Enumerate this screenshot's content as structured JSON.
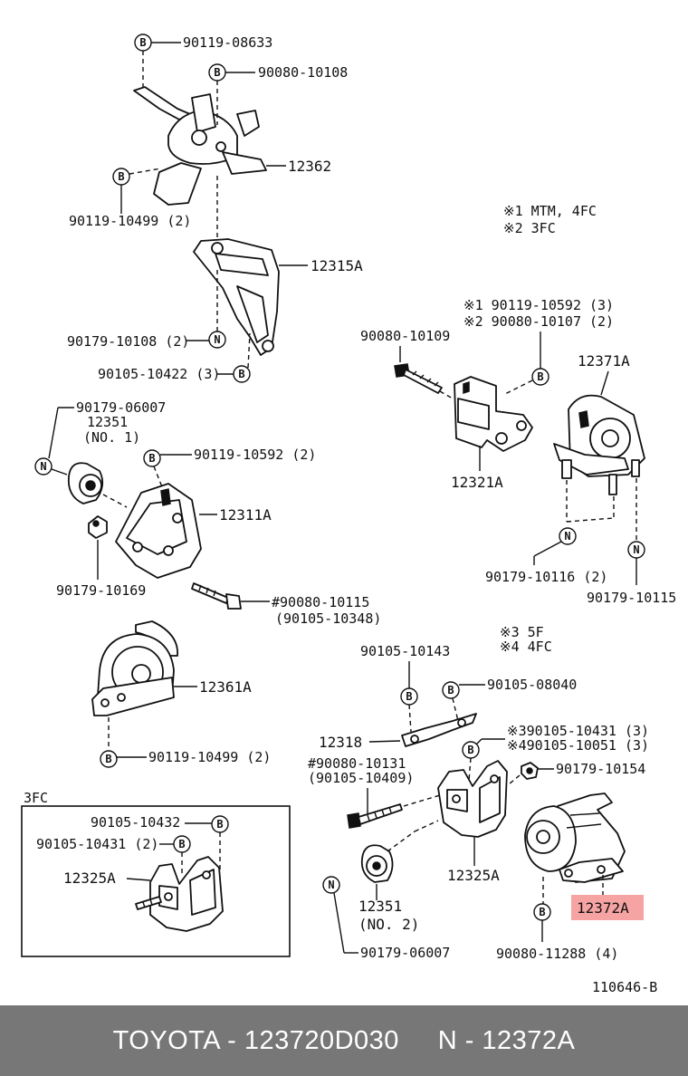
{
  "labels": {
    "p90119_08633": "90119-08633",
    "p90080_10108": "90080-10108",
    "p12362": "12362",
    "p90119_10499_2a": "90119-10499 (2)",
    "p12315A": "12315A",
    "p90179_10108_2": "90179-10108 (2)",
    "p90105_10422_3": "90105-10422 (3)",
    "note1": "※1 MTM, 4FC",
    "note2": "※2 3FC",
    "p_x1_90119_10592_3": "※1 90119-10592 (3)",
    "p_x2_90080_10107_2": "※2 90080-10107 (2)",
    "p90080_10109": "90080-10109",
    "p12371A": "12371A",
    "p12321A": "12321A",
    "p90179_10116_2": "90179-10116 (2)",
    "p90179_10115": "90179-10115",
    "p90179_06007_a": "90179-06007",
    "p12351_a": "12351",
    "no1": "(NO. 1)",
    "p90119_10592_2": "90119-10592 (2)",
    "p12311A": "12311A",
    "p90179_10169": "90179-10169",
    "p_hash_90080_10115": "#90080-10115",
    "p90105_10348": "(90105-10348)",
    "note3": "※3 5F",
    "note4": "※4 4FC",
    "p12361A": "12361A",
    "p90119_10499_2b": "90119-10499 (2)",
    "p90105_10143": "90105-10143",
    "p90105_08040": "90105-08040",
    "p12318": "12318",
    "p_x3_90105_10431_3": "※390105-10431 (3)",
    "p_x4_90105_10051_3": "※490105-10051 (3)",
    "p_hash_90080_10131": "#90080-10131",
    "p90105_10409": "(90105-10409)",
    "p90179_10154": "90179-10154",
    "box_title": "3FC",
    "p90105_10432": "90105-10432",
    "p90105_10431_2": "90105-10431 (2)",
    "p12325A_a": "12325A",
    "p12325A_b": "12325A",
    "p12351_b": "12351",
    "no2": "(NO. 2)",
    "p12372A": "12372A",
    "p90080_11288_4": "90080-11288 (4)",
    "p90179_06007_b": "90179-06007",
    "diagram_code": "110646-B"
  },
  "circle_letters": {
    "B": "B",
    "N": "N"
  },
  "highlight_color": "#f5a3a3",
  "footer": {
    "brand": "TOYOTA",
    "part_number": "123720D030",
    "ref": "N - 12372A",
    "text": "TOYOTA - 123720D030     N - 12372A"
  }
}
